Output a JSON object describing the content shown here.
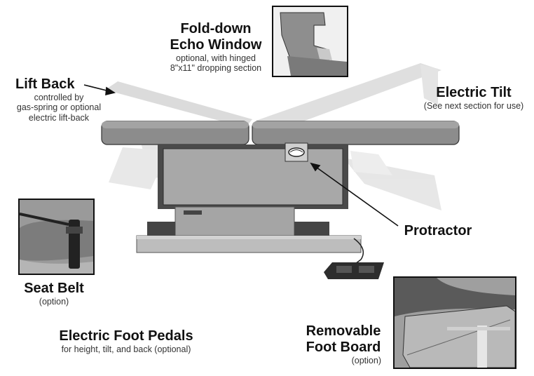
{
  "callouts": {
    "fold_down": {
      "title_line1": "Fold-down",
      "title_line2": "Echo Window",
      "sub_line1": "optional, with hinged",
      "sub_line2": "8\"x11\" dropping section"
    },
    "lift_back": {
      "title": "Lift Back",
      "sub_line1": "controlled by",
      "sub_line2": "gas-spring or optional",
      "sub_line3": "electric lift-back"
    },
    "electric_tilt": {
      "title": "Electric Tilt",
      "sub": "(See next section for use)"
    },
    "protractor": {
      "title": "Protractor"
    },
    "seat_belt": {
      "title": "Seat Belt",
      "sub": "(option)"
    },
    "foot_pedals": {
      "title": "Electric Foot Pedals",
      "sub": "for height, tilt, and back (optional)"
    },
    "foot_board": {
      "title_line1": "Removable",
      "title_line2": "Foot Board",
      "sub": "(option)"
    }
  },
  "colors": {
    "upholstery": "#8a8a8a",
    "upholstery_ghost": "#d9d9d9",
    "base": "#b8b8b8",
    "frame": "#3a3a3a"
  }
}
